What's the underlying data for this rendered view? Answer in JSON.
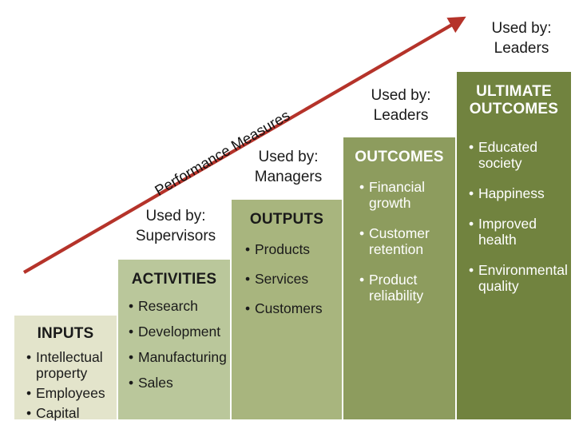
{
  "diagram": {
    "type": "logic-model-staircase",
    "arrow": {
      "label": "Performance Measures",
      "color": "#b5332a",
      "direction": "up-right"
    },
    "columns": [
      {
        "key": "inputs",
        "title": "INPUTS",
        "items": [
          "Intellectual property",
          "Employees",
          "Capital"
        ],
        "color": "#e3e4cb",
        "text_color": "#1a1a1a",
        "used_by": null
      },
      {
        "key": "activities",
        "title": "ACTIVITIES",
        "items": [
          "Research",
          "Development",
          "Manufacturing",
          "Sales"
        ],
        "color": "#bac79b",
        "text_color": "#1a1a1a",
        "used_by": "Used by:\nSupervisors"
      },
      {
        "key": "outputs",
        "title": "OUTPUTS",
        "items": [
          "Products",
          "Services",
          "Customers"
        ],
        "color": "#a8b57e",
        "text_color": "#1a1a1a",
        "used_by": "Used by:\nManagers"
      },
      {
        "key": "outcomes",
        "title": "OUTCOMES",
        "items": [
          "Financial growth",
          "Customer retention",
          "Product reliability"
        ],
        "color": "#8d9c5e",
        "text_color": "#ffffff",
        "used_by": "Used by:\nLeaders"
      },
      {
        "key": "ultimate-outcomes",
        "title": "ULTIMATE OUTCOMES",
        "items": [
          "Educated society",
          "Happiness",
          "Improved health",
          "Environmental quality"
        ],
        "color": "#71833f",
        "text_color": "#ffffff",
        "used_by": "Used by:\nLeaders"
      }
    ]
  }
}
